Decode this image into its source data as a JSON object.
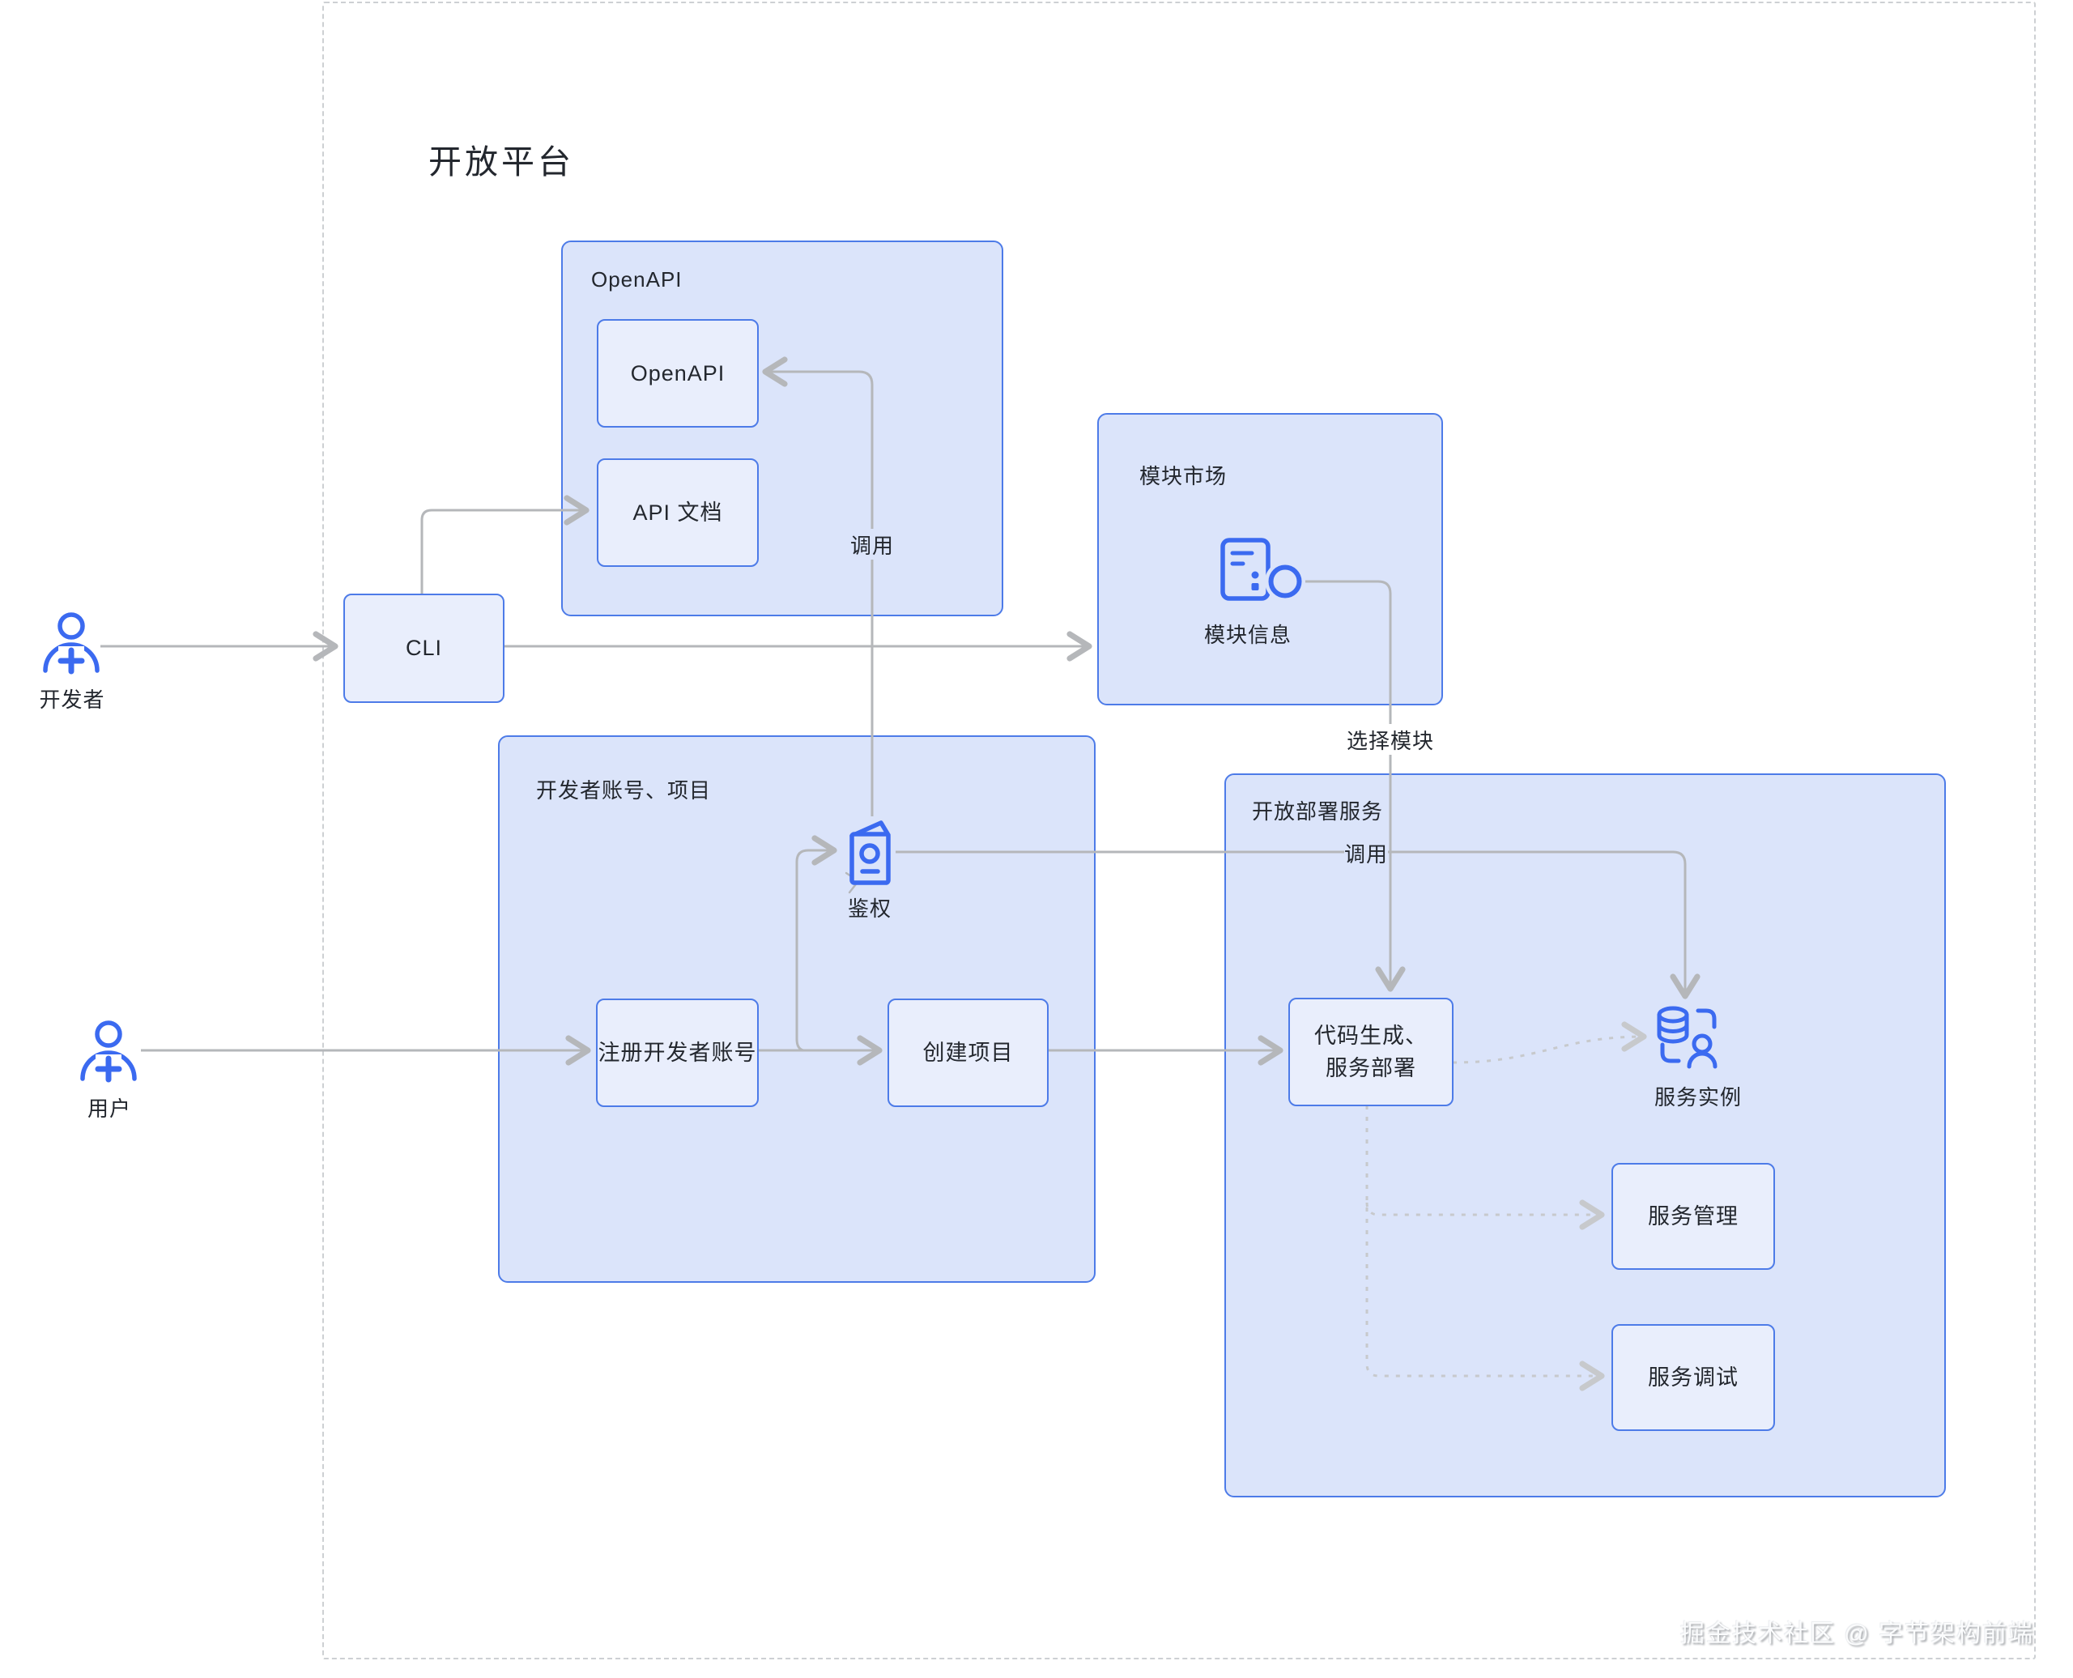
{
  "title": "开放平台",
  "watermark": "掘金技术社区 @ 字节架构前端",
  "actors": {
    "developer": "开发者",
    "user": "用户"
  },
  "containers": {
    "openapi": "OpenAPI",
    "module_market": "模块市场",
    "dev_account": "开发者账号、项目",
    "deploy_service": "开放部署服务"
  },
  "nodes": {
    "openapi": "OpenAPI",
    "api_doc": "API 文档",
    "cli": "CLI",
    "register_account": "注册开发者账号",
    "create_project": "创建项目",
    "codegen_line1": "代码生成、",
    "codegen_line2": "服务部署",
    "service_manage": "服务管理",
    "service_debug": "服务调试",
    "module_info": "模块信息",
    "auth": "鉴权",
    "service_instance": "服务实例"
  },
  "edge_labels": {
    "invoke_api": "调用",
    "select_module": "选择模块",
    "invoke_service": "调用"
  },
  "icons": {
    "developer": "person-plus-icon",
    "user": "person-plus-icon",
    "auth": "id-booklet-icon",
    "module_info": "module-document-icon",
    "service_instance": "database-user-icon"
  },
  "colors": {
    "accent_blue": "#4d7be8",
    "icon_blue": "#3b6af0",
    "container_fill": "#dbe4fa",
    "node_fill": "#e9eefc",
    "edge_gray": "#b5b7ba",
    "dashed_gray": "#c7c9cc",
    "text_dark": "#23272e"
  }
}
